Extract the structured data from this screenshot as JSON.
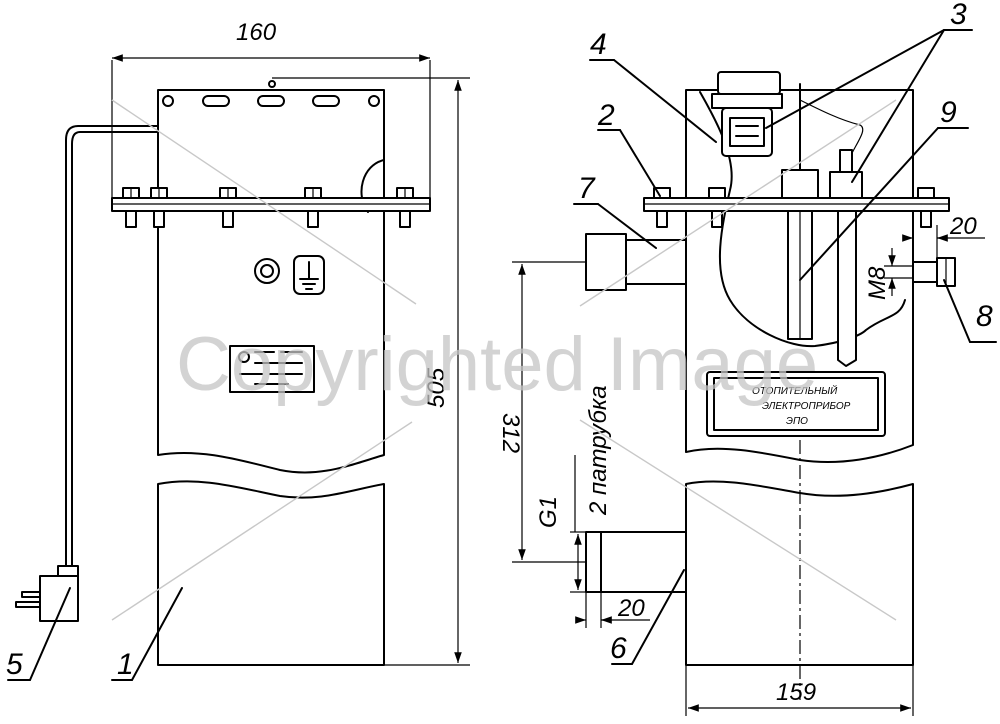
{
  "dimensions": {
    "width_top": "160",
    "height_total": "505",
    "pipe_spacing": "312",
    "thread_pipe": "G1",
    "pipe_count": "2 патрубка",
    "pipe_length": "20",
    "bolt_projection": "20",
    "bolt_thread": "M8",
    "width_bottom": "159"
  },
  "callouts": [
    "1",
    "2",
    "3",
    "4",
    "5",
    "6",
    "7",
    "8",
    "9"
  ],
  "nameplate": {
    "line1": "ОТОПИТЕЛЬНЫЙ",
    "line2": "ЭЛЕКТРОПРИБОР",
    "line3": "ЭПО"
  },
  "watermark": "Copyrighted Image"
}
